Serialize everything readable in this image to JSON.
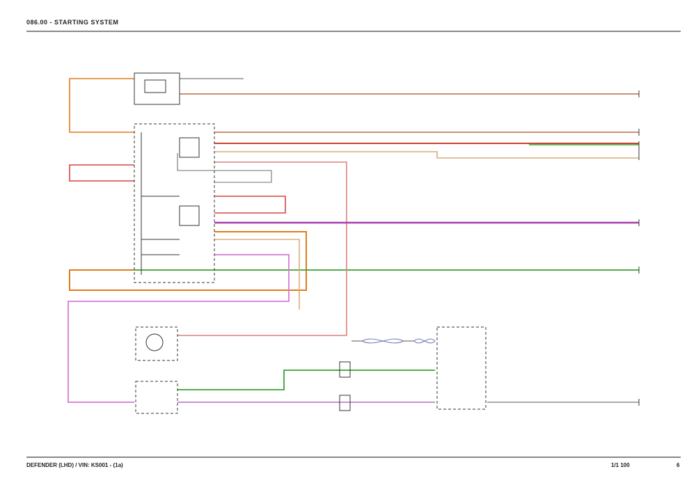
{
  "header": {
    "title": "086.00 - STARTING SYSTEM"
  },
  "footer": {
    "vehicle": "DEFENDER (LHD) / VIN: KS001 - (1a)",
    "page_ref": "1/1 100",
    "page_number": "6"
  },
  "colors": {
    "orange": "#e07c1a",
    "brown": "#b86d43",
    "red": "#d94242",
    "pink_red": "#de7e7e",
    "green": "#3aa033",
    "purple": "#a63db0",
    "pink": "#d67ad4",
    "tan": "#d9ad78",
    "gray": "#999999",
    "black": "#333333"
  }
}
